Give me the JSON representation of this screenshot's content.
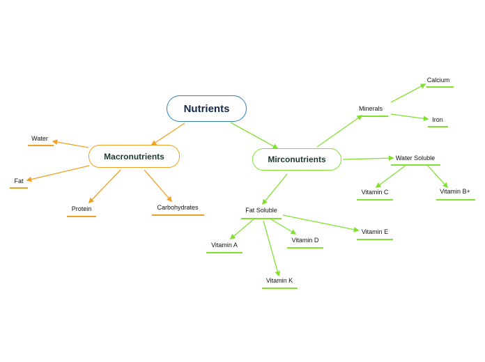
{
  "colors": {
    "root_border": "#2e7fb8",
    "macro_branch": "#f0a020",
    "micro_branch": "#80e030"
  },
  "root": {
    "label": "Nutrients"
  },
  "macronutrients": {
    "label": "Macronutrients",
    "children": [
      "Water",
      "Fat",
      "Protein",
      "Carbohydrates"
    ]
  },
  "micronutrients": {
    "label": "Mirconutrients",
    "minerals": {
      "label": "Minerals",
      "children": [
        "Calcium",
        "Iron"
      ]
    },
    "water_soluble": {
      "label": "Water Soluble",
      "children": [
        "Vitamin C",
        "Vitamin B+"
      ]
    },
    "fat_soluble": {
      "label": "Fat Soluble",
      "children": [
        "Vitamin A",
        "Vitamin D",
        "Vitamin E",
        "Vitamin K"
      ]
    }
  }
}
